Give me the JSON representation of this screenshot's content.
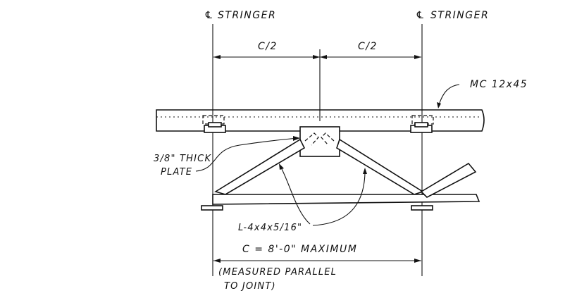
{
  "labels": {
    "stringer_left": "STRINGER",
    "stringer_right": "STRINGER",
    "centerline_symbol": "℄",
    "half_left": "C/2",
    "half_right": "C/2",
    "channel": "MC 12x45",
    "plate_line1": "3/8\" THICK",
    "plate_line2": "PLATE",
    "angle": "L-4x4x5/16\"",
    "spacing": "C = 8'-0\" MAXIMUM",
    "measured_line1": "(MEASURED PARALLEL",
    "measured_line2": "TO JOINT)"
  }
}
